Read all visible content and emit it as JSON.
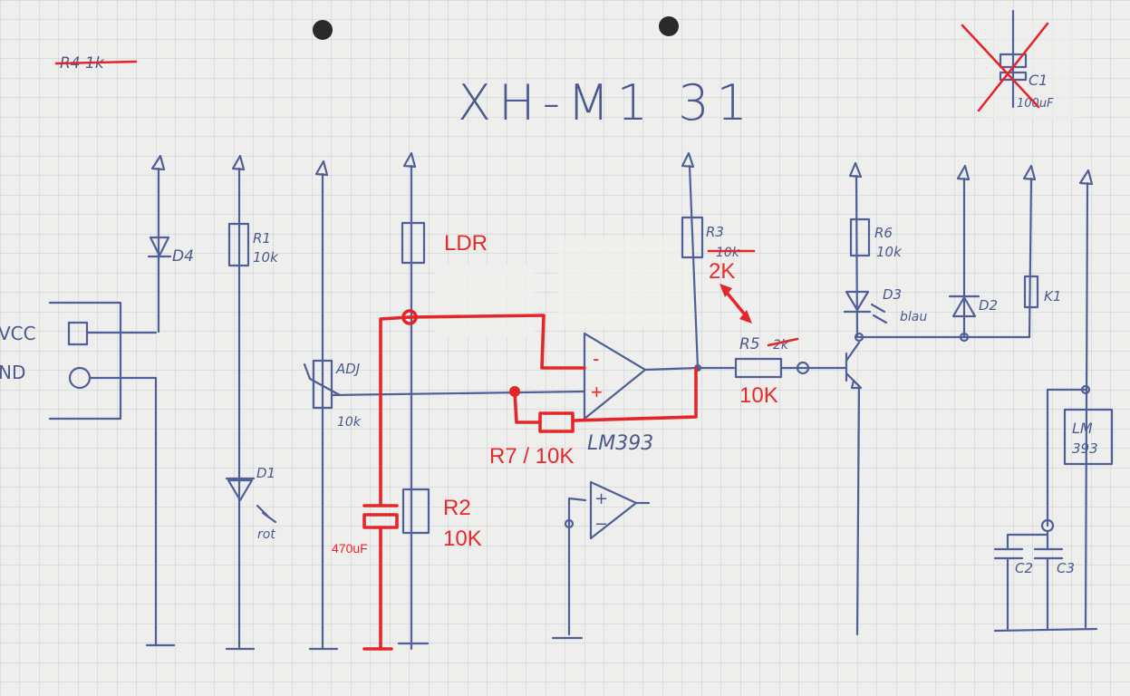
{
  "title": "XH-M1 31",
  "struck_note": "R4 1k",
  "struck_cap": {
    "name": "C1",
    "value": "100uF"
  },
  "terminals": [
    "VCC",
    "ND"
  ],
  "components": {
    "d4": "D4",
    "r1": {
      "name": "R1",
      "value": "10k"
    },
    "d1": {
      "name": "D1",
      "color": "rot"
    },
    "adj": {
      "name": "ADJ",
      "value": "10k"
    },
    "r3": {
      "name": "R3",
      "old_value": "10k"
    },
    "r5": {
      "name": "R5",
      "old_value": "2k"
    },
    "r6": {
      "name": "R6",
      "value": "10k"
    },
    "d3": {
      "name": "D3",
      "color": "blau"
    },
    "d2": "D2",
    "k1": "K1",
    "opamp": "LM393",
    "ic": [
      "LM",
      "393"
    ],
    "c2": "C2",
    "c3": "C3"
  },
  "annotations": {
    "ldr": "LDR",
    "r3_new": "2K",
    "r5_new": "10K",
    "r7": "R7 / 10K",
    "r2": [
      "R2",
      "10K"
    ],
    "cap": "470uF",
    "minus": "-",
    "plus": "+"
  },
  "colors": {
    "paper": "#eeeeec",
    "grid": "#c9ccd3",
    "pen": "#4f5f98",
    "marker": "#e3262a"
  }
}
